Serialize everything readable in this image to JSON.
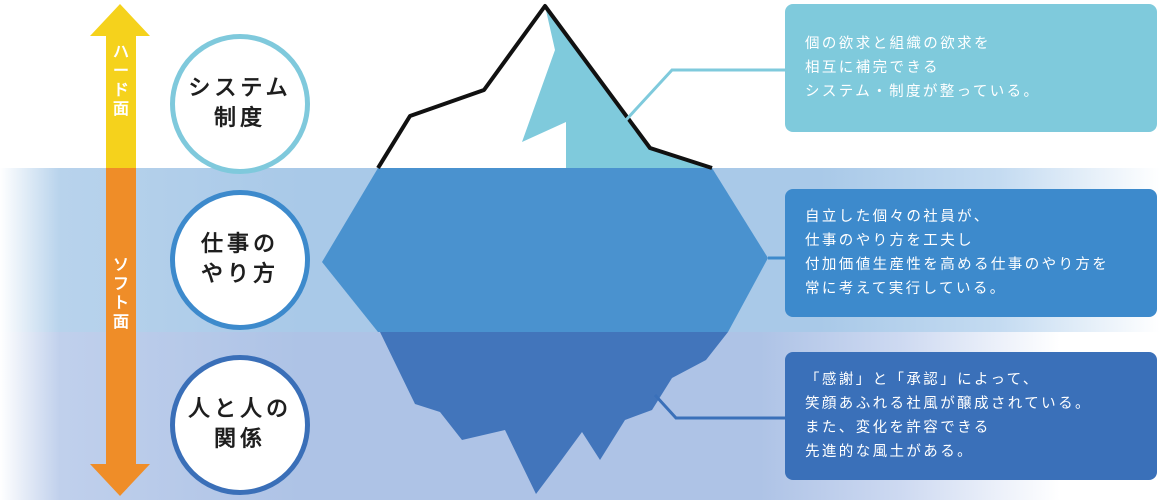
{
  "axis": {
    "hard_label": "ハード面",
    "soft_label": "ソフト面",
    "hard_color": "#f5d21c",
    "soft_color": "#ef8d28"
  },
  "layers": [
    {
      "circle_line1": "システム",
      "circle_line2": "制度",
      "color": "#7fcadc",
      "lines": [
        "個の欲求と組織の欲求を",
        "相互に補完できる",
        "システム・制度が整っている。"
      ]
    },
    {
      "circle_line1": "仕事の",
      "circle_line2": "やり方",
      "color": "#3d8acc",
      "lines": [
        "自立した個々の社員が、",
        "仕事のやり方を工夫し",
        "付加価値生産性を高める仕事のやり方を",
        "常に考えて実行している。"
      ]
    },
    {
      "circle_line1": "人と人の",
      "circle_line2": "関係",
      "color": "#3a70b9",
      "lines": [
        "「感謝」と「承認」によって、",
        "笑顔あふれる社風が醸成されている。",
        "また、変化を許容できる",
        "先進的な風土がある。"
      ]
    }
  ]
}
